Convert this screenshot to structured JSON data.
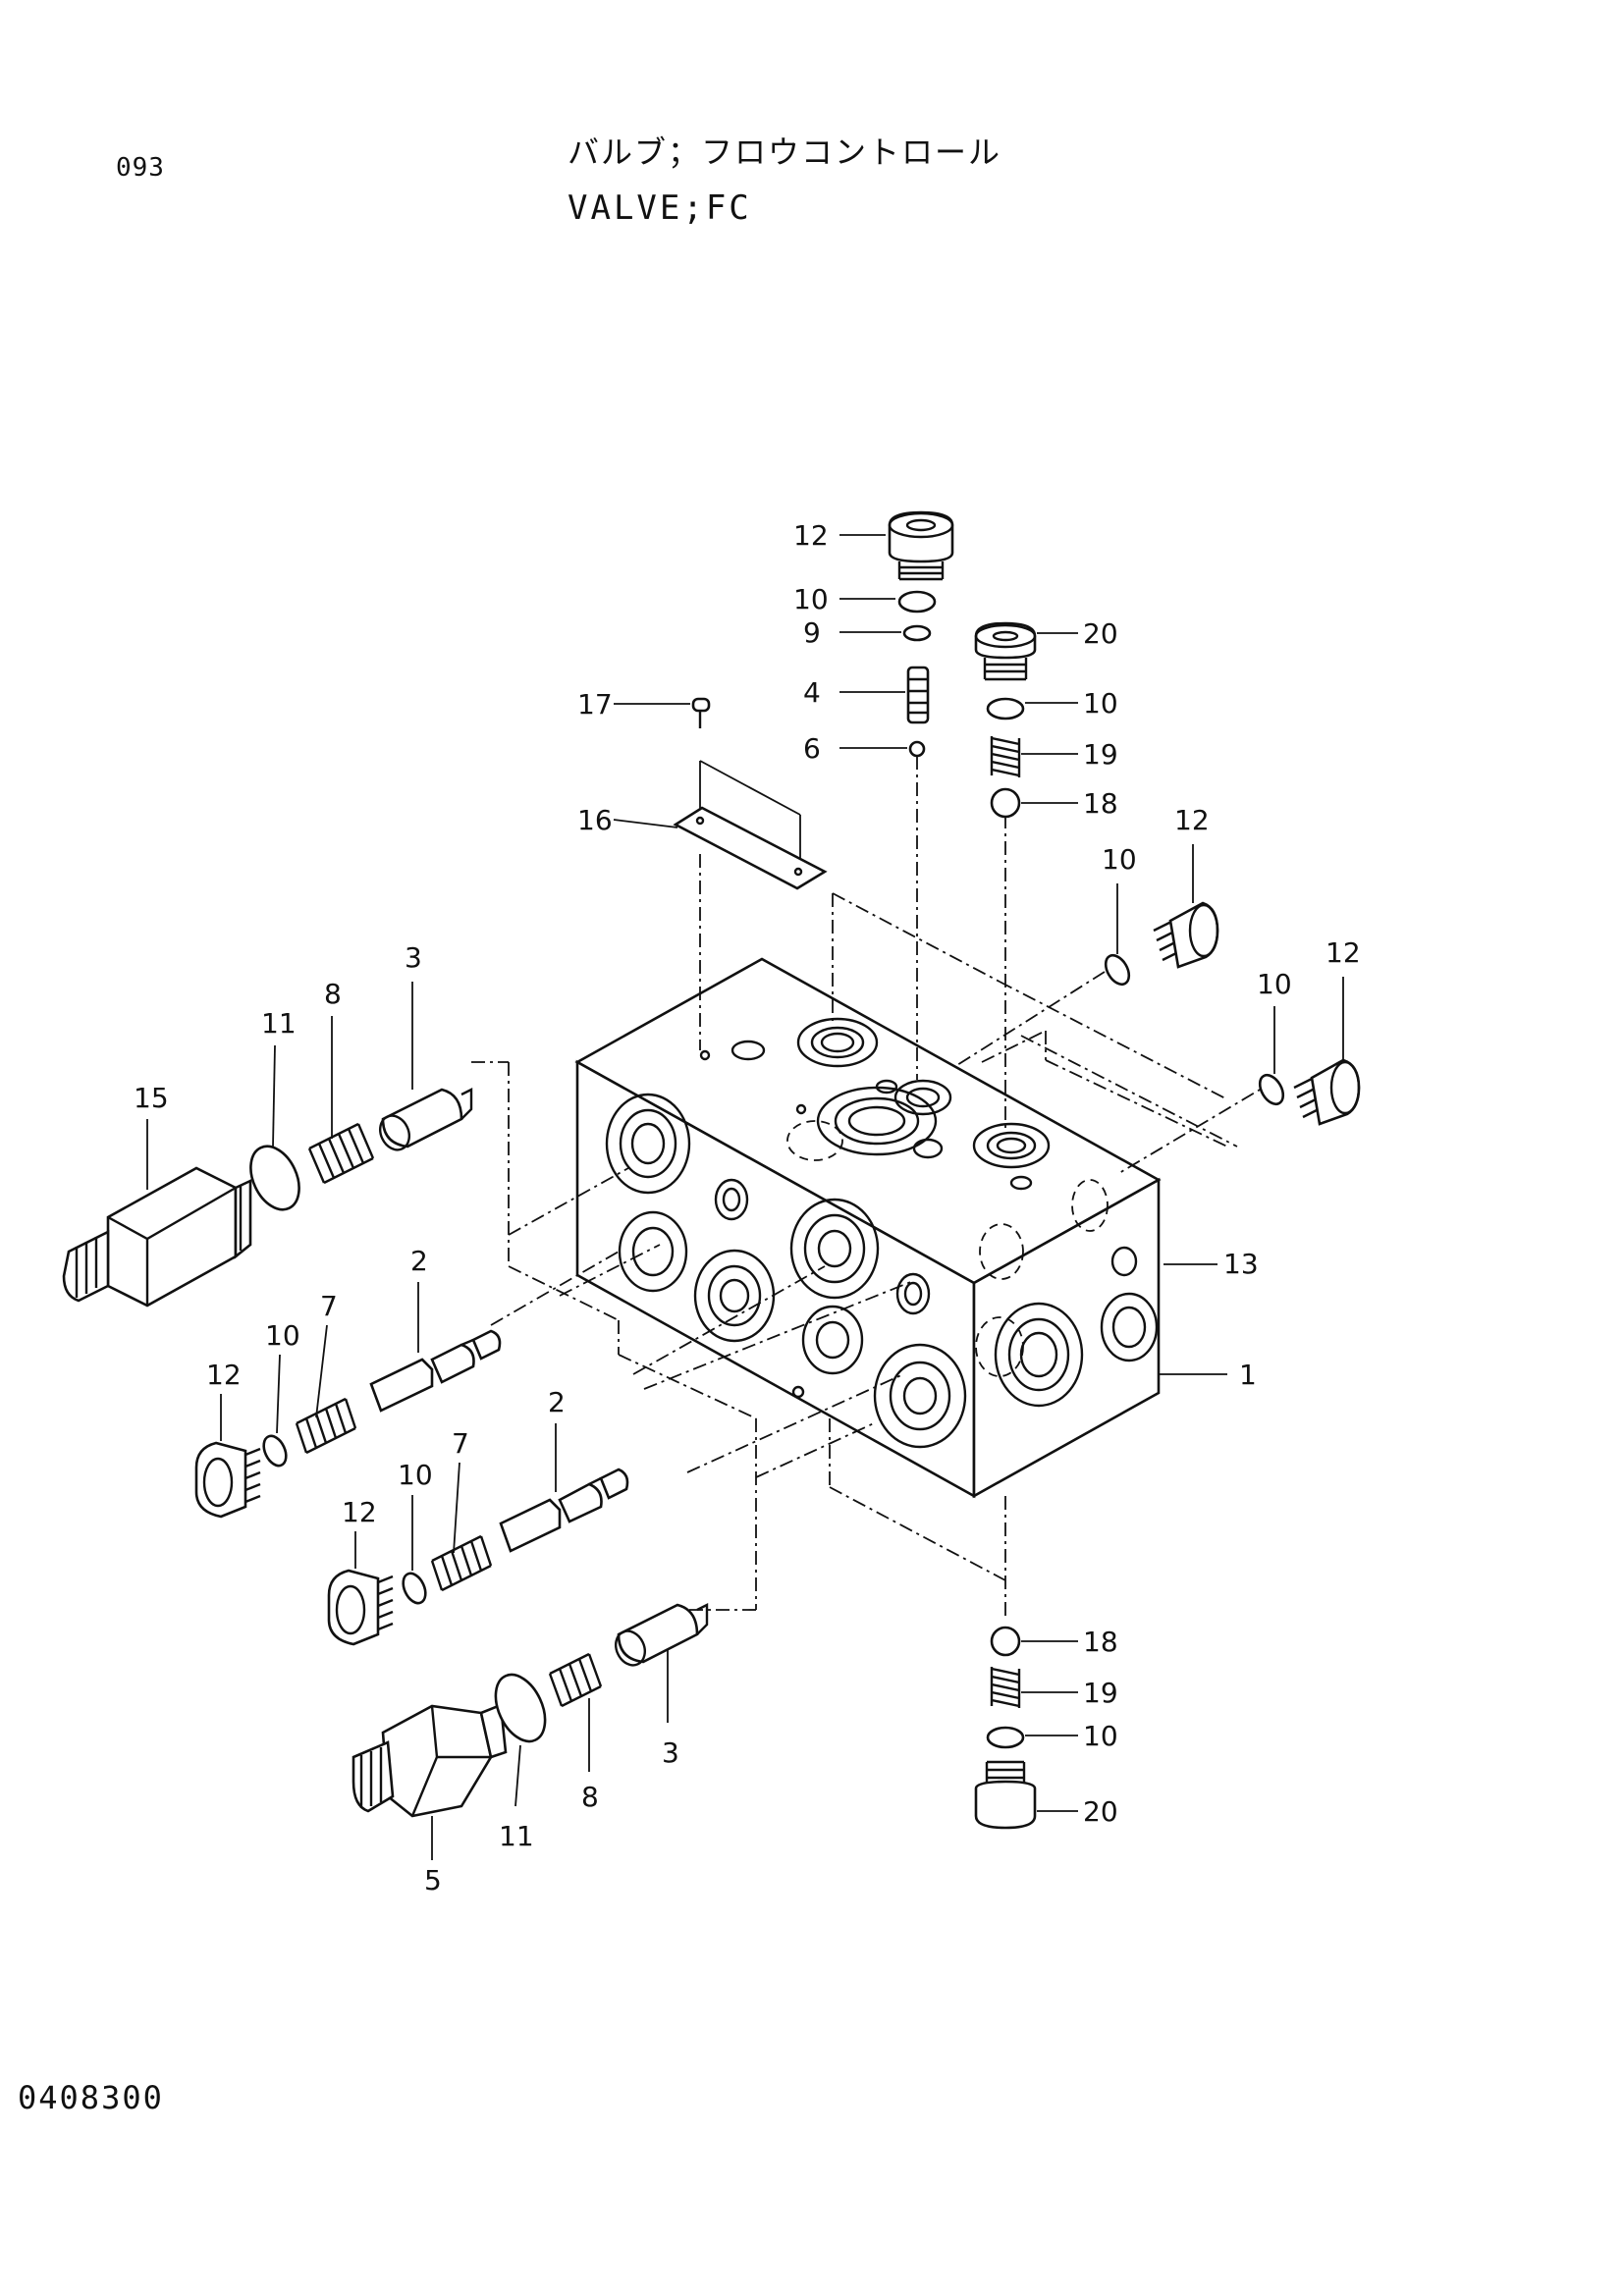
{
  "header": {
    "page_number": "093",
    "title_jp": "バルブ；フロウコントロール",
    "title_en": "VALVE;FC"
  },
  "footer": {
    "drawing_number": "0408300"
  },
  "callouts": [
    {
      "id": "c-12-top",
      "label": "12"
    },
    {
      "id": "c-10-top",
      "label": "10"
    },
    {
      "id": "c-9",
      "label": "9"
    },
    {
      "id": "c-4",
      "label": "4"
    },
    {
      "id": "c-6",
      "label": "6"
    },
    {
      "id": "c-17",
      "label": "17"
    },
    {
      "id": "c-16",
      "label": "16"
    },
    {
      "id": "c-20-top",
      "label": "20"
    },
    {
      "id": "c-10-r1",
      "label": "10"
    },
    {
      "id": "c-19-top",
      "label": "19"
    },
    {
      "id": "c-18-top",
      "label": "18"
    },
    {
      "id": "c-12-r1",
      "label": "12"
    },
    {
      "id": "c-10-r2",
      "label": "10"
    },
    {
      "id": "c-12-r2",
      "label": "12"
    },
    {
      "id": "c-10-r3",
      "label": "10"
    },
    {
      "id": "c-3-top",
      "label": "3"
    },
    {
      "id": "c-8-top",
      "label": "8"
    },
    {
      "id": "c-11-top",
      "label": "11"
    },
    {
      "id": "c-15",
      "label": "15"
    },
    {
      "id": "c-13",
      "label": "13"
    },
    {
      "id": "c-1",
      "label": "1"
    },
    {
      "id": "c-2-a",
      "label": "2"
    },
    {
      "id": "c-7-a",
      "label": "7"
    },
    {
      "id": "c-10-l1",
      "label": "10"
    },
    {
      "id": "c-12-l1",
      "label": "12"
    },
    {
      "id": "c-2-b",
      "label": "2"
    },
    {
      "id": "c-7-b",
      "label": "7"
    },
    {
      "id": "c-10-l2",
      "label": "10"
    },
    {
      "id": "c-12-l2",
      "label": "12"
    },
    {
      "id": "c-3-bot",
      "label": "3"
    },
    {
      "id": "c-8-bot",
      "label": "8"
    },
    {
      "id": "c-11-bot",
      "label": "11"
    },
    {
      "id": "c-5",
      "label": "5"
    },
    {
      "id": "c-18-bot",
      "label": "18"
    },
    {
      "id": "c-19-bot",
      "label": "19"
    },
    {
      "id": "c-10-bot",
      "label": "10"
    },
    {
      "id": "c-20-bot",
      "label": "20"
    }
  ]
}
